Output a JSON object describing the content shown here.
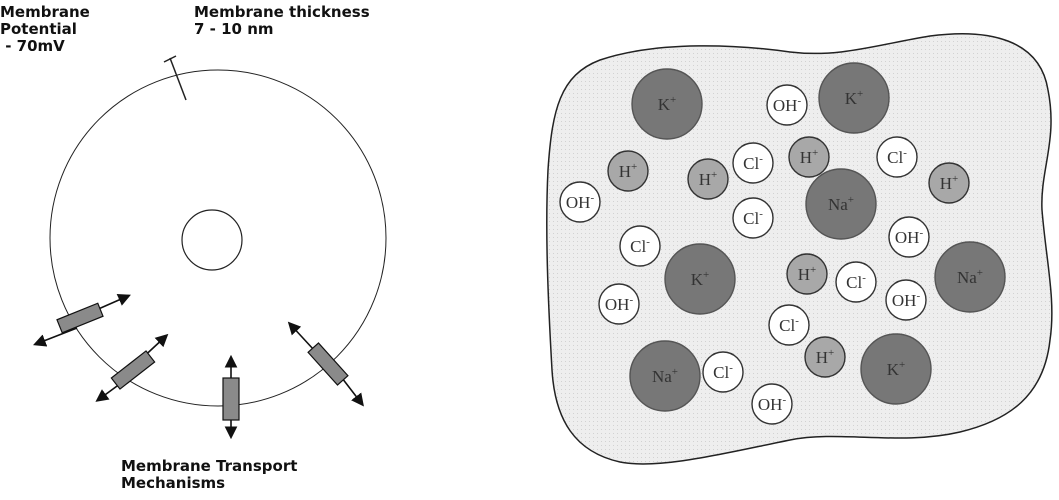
{
  "left_panel": {
    "membrane_label": "Membrane",
    "potential_label": "Potential",
    "potential_value": " - 70mV",
    "thickness_label": "Membrane thickness",
    "thickness_value": "7 - 10 nm",
    "transport_label_line1": "Membrane Transport",
    "transport_label_line2": "Mechanisms"
  },
  "right_panel": {
    "ions": [
      {
        "id": "k1",
        "symbol": "K",
        "charge": "+",
        "kind": "large-dark"
      },
      {
        "id": "k2",
        "symbol": "K",
        "charge": "+",
        "kind": "large-dark"
      },
      {
        "id": "k3",
        "symbol": "K",
        "charge": "+",
        "kind": "large-dark"
      },
      {
        "id": "k4",
        "symbol": "K",
        "charge": "+",
        "kind": "large-dark"
      },
      {
        "id": "na1",
        "symbol": "Na",
        "charge": "+",
        "kind": "large-dark"
      },
      {
        "id": "na2",
        "symbol": "Na",
        "charge": "+",
        "kind": "large-dark"
      },
      {
        "id": "na3",
        "symbol": "Na",
        "charge": "+",
        "kind": "large-dark"
      },
      {
        "id": "h1",
        "symbol": "H",
        "charge": "+",
        "kind": "small-gray"
      },
      {
        "id": "h2",
        "symbol": "H",
        "charge": "+",
        "kind": "small-gray"
      },
      {
        "id": "h3",
        "symbol": "H",
        "charge": "+",
        "kind": "small-gray"
      },
      {
        "id": "h4",
        "symbol": "H",
        "charge": "+",
        "kind": "small-gray"
      },
      {
        "id": "h5",
        "symbol": "H",
        "charge": "+",
        "kind": "small-gray"
      },
      {
        "id": "h6",
        "symbol": "H",
        "charge": "+",
        "kind": "small-gray"
      },
      {
        "id": "oh1",
        "symbol": "OH",
        "charge": "-",
        "kind": "small-white"
      },
      {
        "id": "oh2",
        "symbol": "OH",
        "charge": "-",
        "kind": "small-white"
      },
      {
        "id": "oh3",
        "symbol": "OH",
        "charge": "-",
        "kind": "small-white"
      },
      {
        "id": "oh4",
        "symbol": "OH",
        "charge": "-",
        "kind": "small-white"
      },
      {
        "id": "oh5",
        "symbol": "OH",
        "charge": "-",
        "kind": "small-white"
      },
      {
        "id": "oh6",
        "symbol": "OH",
        "charge": "-",
        "kind": "small-white"
      },
      {
        "id": "cl1",
        "symbol": "Cl",
        "charge": "-",
        "kind": "small-white"
      },
      {
        "id": "cl2",
        "symbol": "Cl",
        "charge": "-",
        "kind": "small-white"
      },
      {
        "id": "cl3",
        "symbol": "Cl",
        "charge": "-",
        "kind": "small-white"
      },
      {
        "id": "cl4",
        "symbol": "Cl",
        "charge": "-",
        "kind": "small-white"
      },
      {
        "id": "cl5",
        "symbol": "Cl",
        "charge": "-",
        "kind": "small-white"
      },
      {
        "id": "cl6",
        "symbol": "Cl",
        "charge": "-",
        "kind": "small-white"
      },
      {
        "id": "cl7",
        "symbol": "Cl",
        "charge": "-",
        "kind": "small-white"
      }
    ]
  },
  "colors": {
    "large_ion_fill": "#777777",
    "small_gray_fill": "#a8a8a8",
    "small_white_fill": "#ffffff",
    "blob_fill": "#ececec",
    "line": "#222222",
    "pump_fill": "#8a8a8a"
  }
}
